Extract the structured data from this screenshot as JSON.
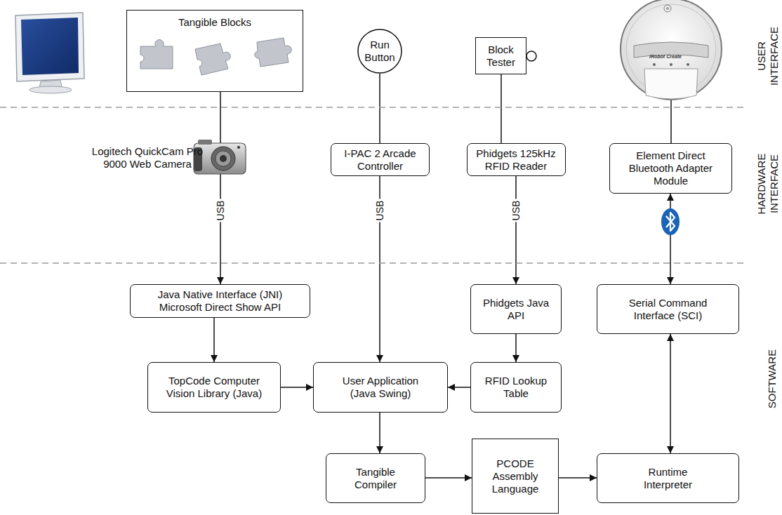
{
  "diagram": {
    "nodes": [
      {
        "text": [
          "Tangible Blocks"
        ]
      },
      {
        "text": [
          "Run Button"
        ]
      },
      {
        "text": [
          "Block Tester"
        ]
      },
      {
        "text": [
          "I-PAC 2 Arcade Controller"
        ]
      },
      {
        "text": [
          "Phidgets 125kHz RFID Reader"
        ]
      },
      {
        "text": [
          "Element Direct Bluetooth Adapter Module"
        ]
      },
      {
        "text": [
          "Java Native Interface (JNI) Microsoft Direct Show API"
        ]
      },
      {
        "text": [
          "Phidgets Java API"
        ]
      },
      {
        "text": [
          "Serial Command Interface (SCI)"
        ]
      },
      {
        "text": [
          "TopCode Computer Vision Library (Java)"
        ]
      },
      {
        "text": [
          "User Application (Java Swing)"
        ]
      },
      {
        "text": [
          "RFID Lookup Table"
        ]
      },
      {
        "text": [
          "Tangible Compiler"
        ]
      },
      {
        "text": [
          "PCODE Assembly Language"
        ]
      },
      {
        "text": [
          "Runtime Interpreter"
        ]
      }
    ],
    "edges": [
      {
        "from": 0,
        "to": 6,
        "arrow": "to",
        "label": "USB"
      },
      {
        "from": 1,
        "to": 3,
        "arrow": "none"
      },
      {
        "from": 3,
        "to": 10,
        "arrow": "to",
        "label": "USB"
      },
      {
        "from": 2,
        "to": 4,
        "arrow": "none"
      },
      {
        "from": 4,
        "to": 7,
        "arrow": "to",
        "label": "USB"
      },
      {
        "from": 5,
        "to": 8,
        "arrow": "both"
      },
      {
        "from": 6,
        "to": 9,
        "arrow": "to"
      },
      {
        "from": 9,
        "to": 10,
        "arrow": "to"
      },
      {
        "from": 7,
        "to": 11,
        "arrow": "to"
      },
      {
        "from": 11,
        "to": 10,
        "arrow": "to"
      },
      {
        "from": 10,
        "to": 12,
        "arrow": "to"
      },
      {
        "from": 12,
        "to": 13,
        "arrow": "to"
      },
      {
        "from": 13,
        "to": 14,
        "arrow": "to"
      },
      {
        "from": 14,
        "to": 8,
        "arrow": "both"
      }
    ],
    "labels": [
      "Logitech QuickCam Pro 9000 Web Camera",
      "iRobot Create",
      "USER INTERFACE",
      "HARDWARE INTERFACE",
      "SOFTWARE"
    ]
  }
}
